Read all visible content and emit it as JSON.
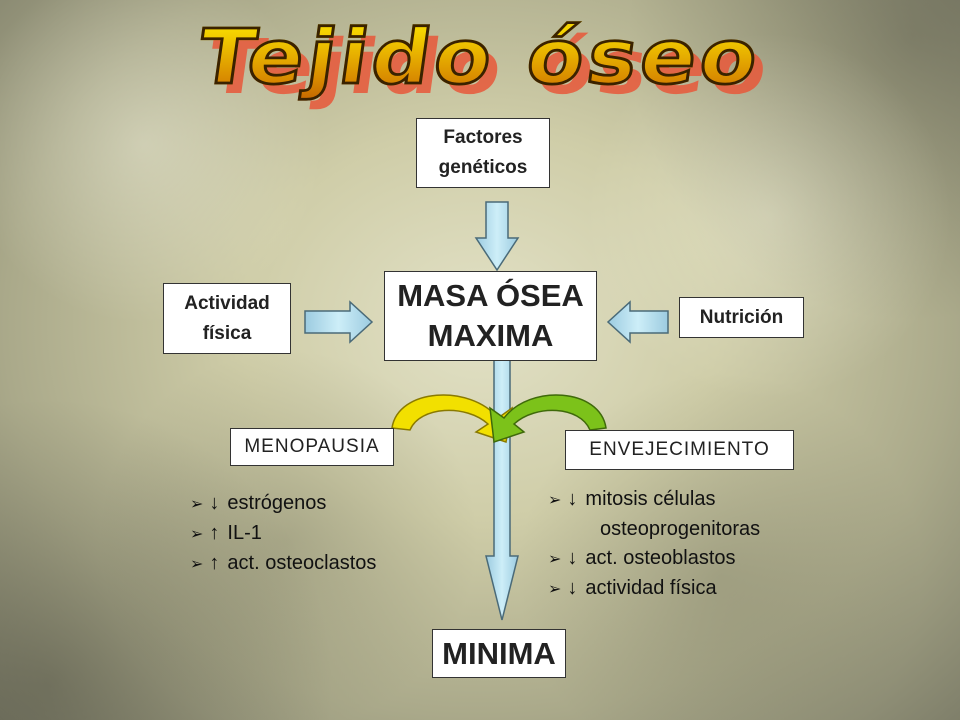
{
  "title": "Tejido óseo",
  "nodes": {
    "genetic_factors": [
      "Factores",
      "genéticos"
    ],
    "physical_activity": [
      "Actividad",
      "física"
    ],
    "nutrition": "Nutrición",
    "peak_bone_mass": [
      "MASA ÓSEA",
      "MAXIMA"
    ],
    "menopause": "MENOPAUSIA",
    "aging": "ENVEJECIMIENTO",
    "minimum": "MINIMA"
  },
  "menopause_list": [
    {
      "bullet": "➢",
      "arrow": "↓",
      "text": "estrógenos"
    },
    {
      "bullet": "➢",
      "arrow": "↑",
      "text": "IL-1"
    },
    {
      "bullet": "➢",
      "arrow": "↑",
      "text": "act. osteoclastos"
    }
  ],
  "aging_list": [
    {
      "bullet": "➢",
      "arrow": "↓",
      "text": "mitosis células"
    },
    {
      "bullet": "",
      "arrow": "",
      "text": "osteoprogenitoras"
    },
    {
      "bullet": "➢",
      "arrow": "↓",
      "text": "act. osteoblastos"
    },
    {
      "bullet": "➢",
      "arrow": "↓",
      "text": "actividad física"
    }
  ],
  "colors": {
    "arrow_fill": "#b4dceb",
    "arrow_stroke": "#4a6a78",
    "curved_arrow_yellow": "#f2e000",
    "curved_arrow_green": "#7cc21a",
    "title_fill": "#e0a100",
    "title_shadow": "#e8583a"
  }
}
